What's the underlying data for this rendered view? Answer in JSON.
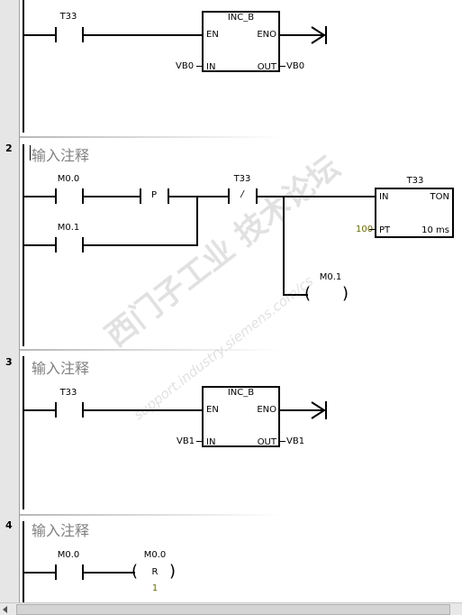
{
  "networks": [
    {
      "number": "",
      "comment": "",
      "contact1": "T33",
      "box": {
        "title": "INC_B",
        "en": "EN",
        "eno": "ENO",
        "in": "IN",
        "out": "OUT",
        "in_val": "VB0",
        "out_val": "VB0"
      }
    },
    {
      "number": "2",
      "comment": "输入注释",
      "contact1": "M0.0",
      "contact2": "M0.1",
      "p_contact": "P",
      "contact3": "T33",
      "contact3_symbol": "/",
      "timer": {
        "name": "T33",
        "in": "IN",
        "type": "TON",
        "pt_label": "PT",
        "pt_val": "100",
        "res": "10 ms"
      },
      "coil": {
        "label": "M0.1"
      }
    },
    {
      "number": "3",
      "comment": "输入注释",
      "contact1": "T33",
      "box": {
        "title": "INC_B",
        "en": "EN",
        "eno": "ENO",
        "in": "IN",
        "out": "OUT",
        "in_val": "VB1",
        "out_val": "VB1"
      }
    },
    {
      "number": "4",
      "comment": "输入注释",
      "contact1": "M0.0",
      "coil": {
        "label": "M0.0",
        "symbol": "R",
        "count": "1"
      }
    }
  ],
  "watermark": {
    "text": "西门子工业 技术论坛",
    "url": "support.industry.siemens.com/cs"
  }
}
